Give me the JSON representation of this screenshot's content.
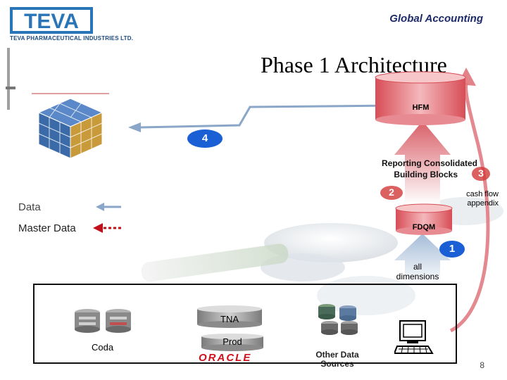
{
  "header": {
    "logo_text": "TEVA",
    "logo_subtitle": "TEVA PHARMACEUTICAL INDUSTRIES LTD.",
    "brand": "Global Accounting"
  },
  "slide": {
    "title": "Phase 1 Architecture",
    "page_number": "8"
  },
  "nodes": {
    "hfm": "HFM",
    "fdqm": "FDQM",
    "tna": "TNA",
    "prod": "Prod",
    "coda": "Coda",
    "oracle": "ORACLE",
    "other_sources_line1": "Other Data",
    "other_sources_line2": "Sources"
  },
  "annotations": {
    "reporting_line1": "Reporting Consolidated",
    "reporting_line2": "Building Blocks",
    "cashflow_line1": "cash flow",
    "cashflow_line2": "appendix",
    "all_line1": "all",
    "all_line2": "dimensions"
  },
  "badges": {
    "b1": "1",
    "b2": "2",
    "b3": "3",
    "b4": "4"
  },
  "legend": {
    "data": "Data",
    "master_data": "Master Data"
  },
  "colors": {
    "brand_blue": "#1c2a6b",
    "badge_blue": "#1a5fd4",
    "cylinder_red": "#d03a45",
    "arrow_blue": "#8aa6c8",
    "dashed_red": "#c0101a"
  }
}
